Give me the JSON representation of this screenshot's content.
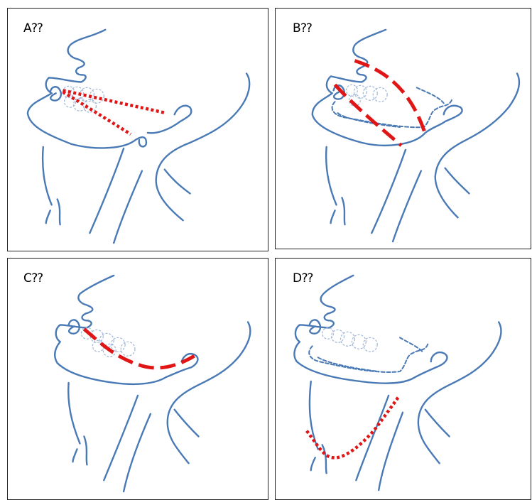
{
  "panels": [
    {
      "label": "A⁇",
      "marking": "dotted"
    },
    {
      "label": "B⁇",
      "marking": "dashed"
    },
    {
      "label": "C⁇",
      "marking": "dashed"
    },
    {
      "label": "D⁇",
      "marking": "dotted"
    }
  ],
  "colors": {
    "outline": "#4a7ab5",
    "highlight": "#e01616",
    "frame": "#222222"
  }
}
